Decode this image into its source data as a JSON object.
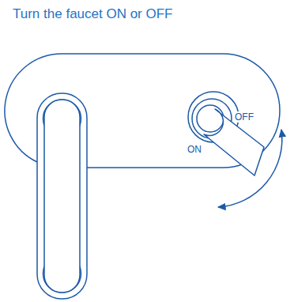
{
  "diagram": {
    "title": "Turn the faucet ON or OFF",
    "labels": [
      "OFF",
      "ON"
    ]
  }
}
